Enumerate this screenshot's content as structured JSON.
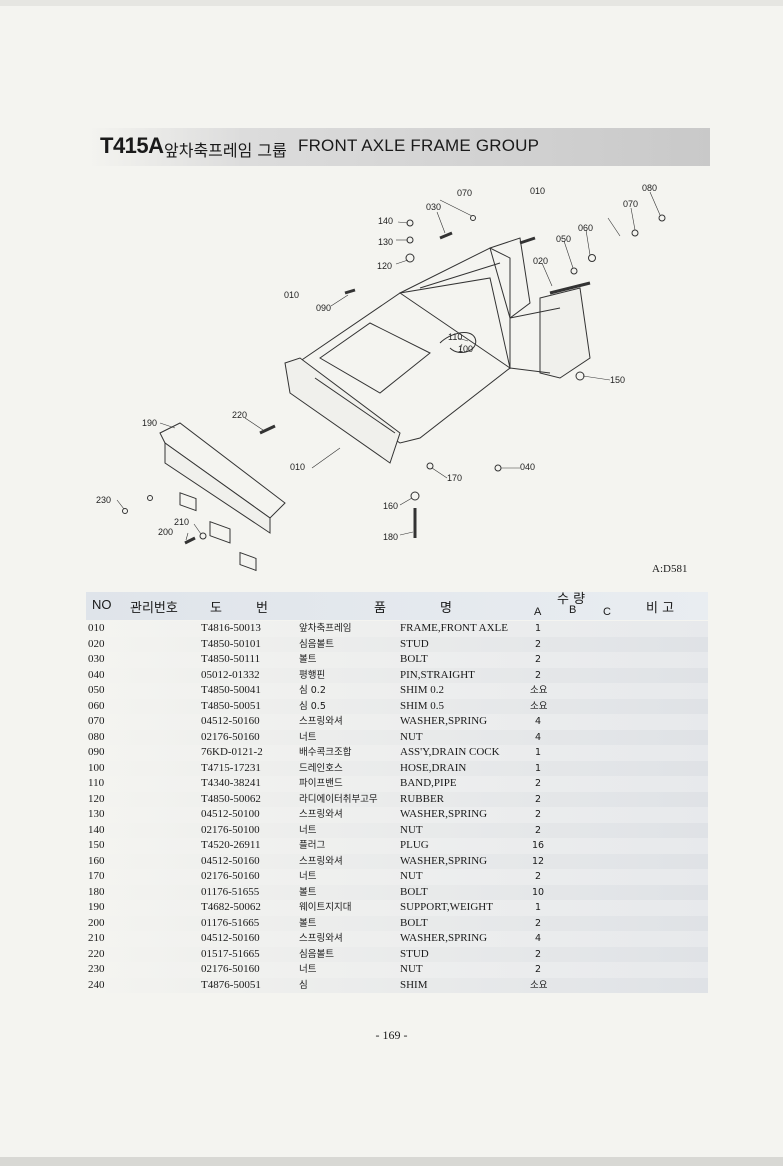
{
  "header": {
    "code": "T415A",
    "title_kr": "앞차축프레임 그룹",
    "title_en": "FRONT AXLE FRAME GROUP"
  },
  "diagram": {
    "reference": "A:D581",
    "callouts": [
      "010",
      "020",
      "030",
      "040",
      "050",
      "060",
      "070",
      "070",
      "080",
      "090",
      "100",
      "110",
      "120",
      "130",
      "140",
      "150",
      "160",
      "170",
      "180",
      "190",
      "200",
      "210",
      "220",
      "230"
    ]
  },
  "table": {
    "headers": {
      "no": "NO",
      "mgmt": "관리번호",
      "drawing1": "도",
      "drawing2": "번",
      "name1": "품",
      "name2": "명",
      "qty": "수 량",
      "qty_a": "A",
      "qty_b": "B",
      "qty_c": "C",
      "remark": "비 고"
    },
    "rows": [
      {
        "no": "010",
        "part": "T4816-50013",
        "name_kr": "앞차축프레임",
        "name_en": "FRAME,FRONT AXLE",
        "qty": "1"
      },
      {
        "no": "020",
        "part": "T4850-50101",
        "name_kr": "심음볼트",
        "name_en": "STUD",
        "qty": "2"
      },
      {
        "no": "030",
        "part": "T4850-50111",
        "name_kr": "볼트",
        "name_en": "BOLT",
        "qty": "2"
      },
      {
        "no": "040",
        "part": "05012-01332",
        "name_kr": "평행핀",
        "name_en": "PIN,STRAIGHT",
        "qty": "2"
      },
      {
        "no": "050",
        "part": "T4850-50041",
        "name_kr": "심 0.2",
        "name_en": "SHIM 0.2",
        "qty": "소요"
      },
      {
        "no": "060",
        "part": "T4850-50051",
        "name_kr": "심 0.5",
        "name_en": "SHIM 0.5",
        "qty": "소요"
      },
      {
        "no": "070",
        "part": "04512-50160",
        "name_kr": "스프링와셔",
        "name_en": "WASHER,SPRING",
        "qty": "4"
      },
      {
        "no": "080",
        "part": "02176-50160",
        "name_kr": "너트",
        "name_en": "NUT",
        "qty": "4"
      },
      {
        "no": "090",
        "part": "76KD-0121-2",
        "name_kr": "배수콕크조합",
        "name_en": "ASS'Y,DRAIN COCK",
        "qty": "1"
      },
      {
        "no": "100",
        "part": "T4715-17231",
        "name_kr": "드레인호스",
        "name_en": "HOSE,DRAIN",
        "qty": "1"
      },
      {
        "no": "110",
        "part": "T4340-38241",
        "name_kr": "파이프밴드",
        "name_en": "BAND,PIPE",
        "qty": "2"
      },
      {
        "no": "120",
        "part": "T4850-50062",
        "name_kr": "라디에이터취부고무",
        "name_en": "RUBBER",
        "qty": "2"
      },
      {
        "no": "130",
        "part": "04512-50100",
        "name_kr": "스프링와셔",
        "name_en": "WASHER,SPRING",
        "qty": "2"
      },
      {
        "no": "140",
        "part": "02176-50100",
        "name_kr": "너트",
        "name_en": "NUT",
        "qty": "2"
      },
      {
        "no": "150",
        "part": "T4520-26911",
        "name_kr": "플러그",
        "name_en": "PLUG",
        "qty": "16"
      },
      {
        "no": "160",
        "part": "04512-50160",
        "name_kr": "스프링와셔",
        "name_en": "WASHER,SPRING",
        "qty": "12"
      },
      {
        "no": "170",
        "part": "02176-50160",
        "name_kr": "너트",
        "name_en": "NUT",
        "qty": "2"
      },
      {
        "no": "180",
        "part": "01176-51655",
        "name_kr": "볼트",
        "name_en": "BOLT",
        "qty": "10"
      },
      {
        "no": "190",
        "part": "T4682-50062",
        "name_kr": "웨이트지지대",
        "name_en": "SUPPORT,WEIGHT",
        "qty": "1"
      },
      {
        "no": "200",
        "part": "01176-51665",
        "name_kr": "볼트",
        "name_en": "BOLT",
        "qty": "2"
      },
      {
        "no": "210",
        "part": "04512-50160",
        "name_kr": "스프링와셔",
        "name_en": "WASHER,SPRING",
        "qty": "4"
      },
      {
        "no": "220",
        "part": "01517-51665",
        "name_kr": "심음볼트",
        "name_en": "STUD",
        "qty": "2"
      },
      {
        "no": "230",
        "part": "02176-50160",
        "name_kr": "너트",
        "name_en": "NUT",
        "qty": "2"
      },
      {
        "no": "240",
        "part": "T4876-50051",
        "name_kr": "심",
        "name_en": "SHIM",
        "qty": "소요"
      }
    ]
  },
  "footer": {
    "page_number": "- 169 -"
  }
}
